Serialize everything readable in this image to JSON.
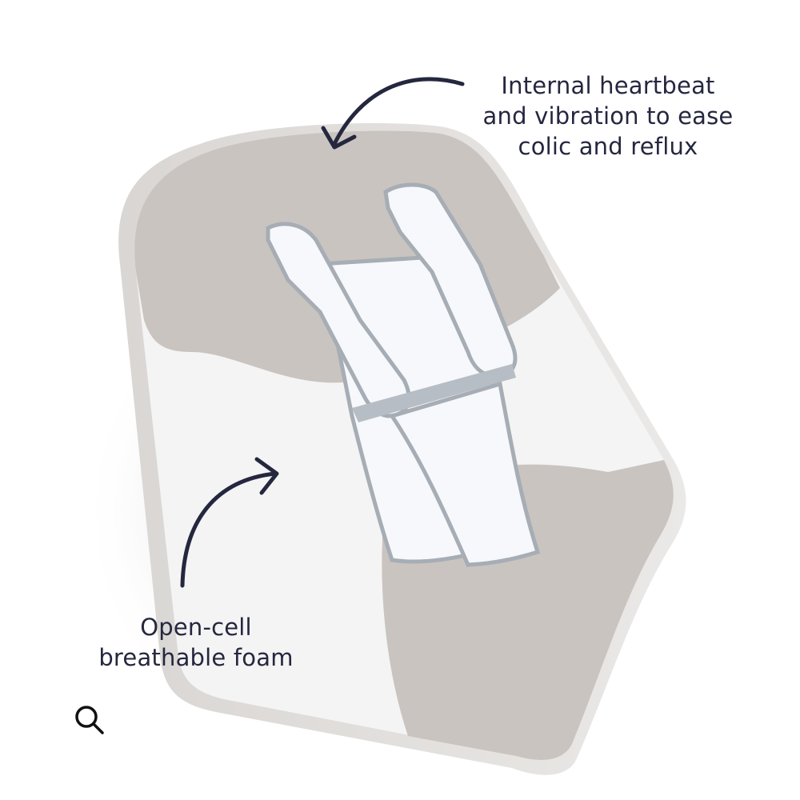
{
  "product_image": {
    "alt": "Infant lounger with harness, grey fleece and white foam body",
    "colors": {
      "fleece": "#c9c4c0",
      "fleece_shadow": "#b9b3ae",
      "foam": "#f4f4f4",
      "harness": "#f7f8fb",
      "piping": "#a6adb5",
      "accent": "#25273f"
    }
  },
  "callouts": [
    {
      "id": "heartbeat",
      "lines": [
        "Internal heartbeat",
        "and vibration to ease",
        "colic and reflux"
      ],
      "arrow": "curved-arrow-down-left"
    },
    {
      "id": "foam",
      "lines": [
        "Open-cell",
        "breathable foam"
      ],
      "arrow": "curved-arrow-up-right"
    }
  ],
  "controls": {
    "zoom_icon": "magnifier-icon"
  }
}
